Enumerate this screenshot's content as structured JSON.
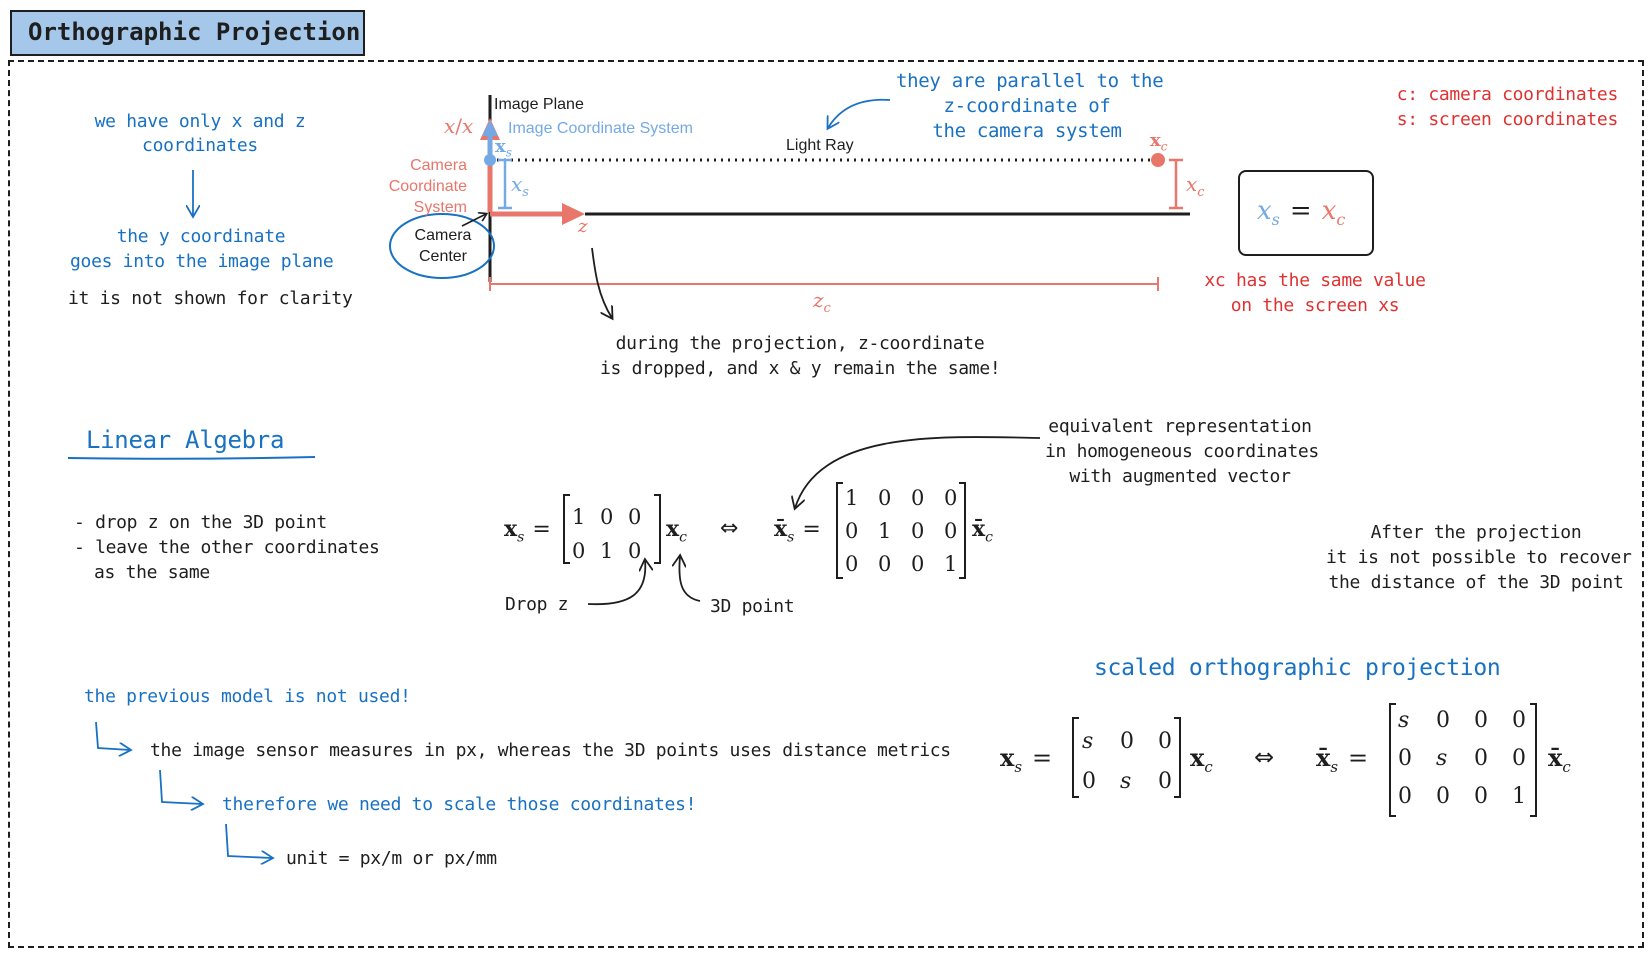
{
  "title": "Orthographic Projection",
  "notes": {
    "xz_line1": "we have only x and z",
    "xz_line2": "coordinates",
    "y_line1": "the y coordinate",
    "y_line2": "goes into the image plane",
    "clarity": "it is not shown for clarity",
    "parallel_line1": "they are parallel to the",
    "parallel_line2": "z-coordinate of",
    "parallel_line3": "the camera system",
    "legend_c": "c: camera coordinates",
    "legend_s": "s: screen coordinates",
    "same_value_line1": "xc has the same value",
    "same_value_line2": "on the screen xs",
    "dropped_line1": "during the projection, z-coordinate",
    "dropped_line2": "is dropped, and x & y remain the same!",
    "linear_algebra": "Linear Algebra",
    "drop_z_point": "- drop z on the 3D point",
    "leave_line1": "- leave the other coordinates",
    "leave_line2": "as the same",
    "equivalent_line1": "equivalent representation",
    "equivalent_line2": "in homogeneous coordinates",
    "equivalent_line3": "with augmented vector",
    "drop_z": "Drop z",
    "point_3d": "3D point",
    "after_line1": "After the projection",
    "after_line2": "it is not possible to recover",
    "after_line3": "the distance of the 3D point",
    "scaled_title": "scaled orthographic projection",
    "prev_model": "the previous model is not used!",
    "sensor": "the image sensor measures in px, whereas the 3D points uses distance metrics",
    "scale_needed": "therefore we need to scale those coordinates!",
    "unit": "unit = px/m or px/mm"
  },
  "diagram": {
    "image_plane": "Image Plane",
    "image_coord_system": "Image Coordinate System",
    "light_ray": "Light Ray",
    "camera_line1": "Camera",
    "camera_line2": "Coordinate",
    "camera_line3": "System",
    "center_line1": "Camera",
    "center_line2": "Center",
    "axis_x": "x",
    "axis_x2": "x",
    "slash": "/",
    "xs_point": "x",
    "xs_point_sub": "s",
    "xs_label": "x",
    "xs_label_sub": "s",
    "xc_point": "x",
    "xc_point_sub": "c",
    "xc_label": "x",
    "xc_label_sub": "c",
    "z_label": "z",
    "zc_label": "z",
    "zc_label_sub": "c",
    "eq_lhs": "x",
    "eq_lhs_sub": "s",
    "eq_op": "=",
    "eq_rhs": "x",
    "eq_rhs_sub": "c"
  },
  "equations": {
    "eq1": {
      "lhs": "x",
      "lhs_sub": "s",
      "eq": "=",
      "rows": [
        [
          "1",
          "0",
          "0"
        ],
        [
          "0",
          "1",
          "0"
        ]
      ],
      "rhs": "x",
      "rhs_sub": "c"
    },
    "iff": "⇔",
    "eq2": {
      "lhs": "x̄",
      "lhs_sub": "s",
      "eq": "=",
      "rows": [
        [
          "1",
          "0",
          "0",
          "0"
        ],
        [
          "0",
          "1",
          "0",
          "0"
        ],
        [
          "0",
          "0",
          "0",
          "1"
        ]
      ],
      "rhs": "x̄",
      "rhs_sub": "c"
    },
    "eq3": {
      "lhs": "x",
      "lhs_sub": "s",
      "eq": "=",
      "rows": [
        [
          "s",
          "0",
          "0"
        ],
        [
          "0",
          "s",
          "0"
        ]
      ],
      "rhs": "x",
      "rhs_sub": "c"
    },
    "eq4": {
      "lhs": "x̄",
      "lhs_sub": "s",
      "eq": "=",
      "rows": [
        [
          "s",
          "0",
          "0",
          "0"
        ],
        [
          "0",
          "s",
          "0",
          "0"
        ],
        [
          "0",
          "0",
          "0",
          "1"
        ]
      ],
      "rhs": "x̄",
      "rhs_sub": "c"
    }
  },
  "colors": {
    "blue": "#1971c2",
    "red": "#e03131",
    "light_blue": "#74a9e6",
    "salmon": "#e8766a",
    "title_bg": "#a5c8ea"
  }
}
